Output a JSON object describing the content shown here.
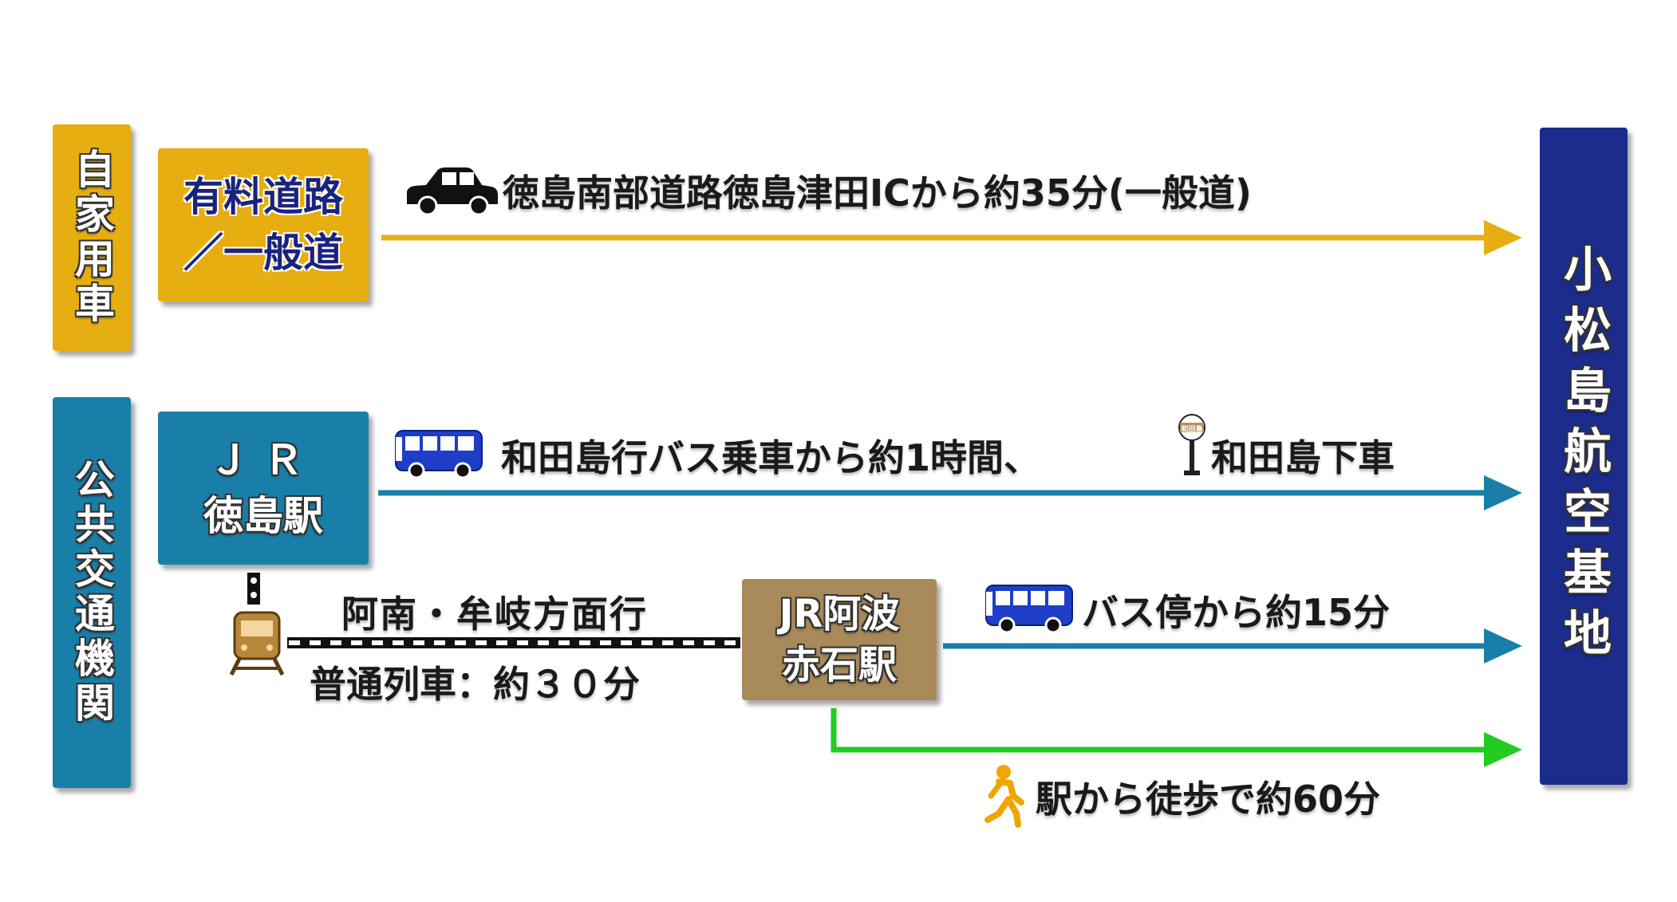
{
  "colors": {
    "car": "#E6AE10",
    "public": "#1A7FA8",
    "destination": "#1C2C8C",
    "station": "#A8895A",
    "walk": "#22CC22",
    "tollText": "#1A237E"
  },
  "car_section": {
    "label": "自家用車",
    "mode_line1": "有料道路",
    "mode_line2": "／一般道",
    "route_text": "徳島南部道路徳島津田ICから約35分(一般道)",
    "icon": "car-icon"
  },
  "public_section": {
    "label": "公共交通機関",
    "jr_station_line1": "ＪＲ",
    "jr_station_line2": "徳島駅",
    "bus_route_text": "和田島行バス乗車から約1時間、",
    "bus_stop_sign": "和田島",
    "bus_stop_name": "和田島下車",
    "train_direction": "阿南・牟岐方面行",
    "train_time": "普通列車：約３０分",
    "akaishi_line1": "JR阿波",
    "akaishi_line2": "赤石駅",
    "bus_from_akaishi": "バス停から約15分",
    "walk_from_akaishi": "駅から徒歩で約60分"
  },
  "destination": {
    "label": "小松島航空基地"
  }
}
